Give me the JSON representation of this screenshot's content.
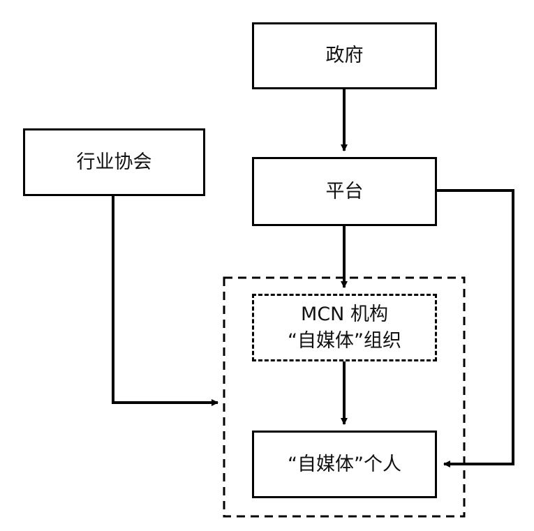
{
  "nodes": {
    "government": "政府",
    "industry_association": "行业协会",
    "platform": "平台",
    "mcn_line1": "MCN 机构",
    "mcn_line2": "“自媒体”组织",
    "individual": "“自媒体”个人"
  },
  "colors": {
    "stroke": "#000000",
    "text": "#111111",
    "background": "#ffffff"
  }
}
